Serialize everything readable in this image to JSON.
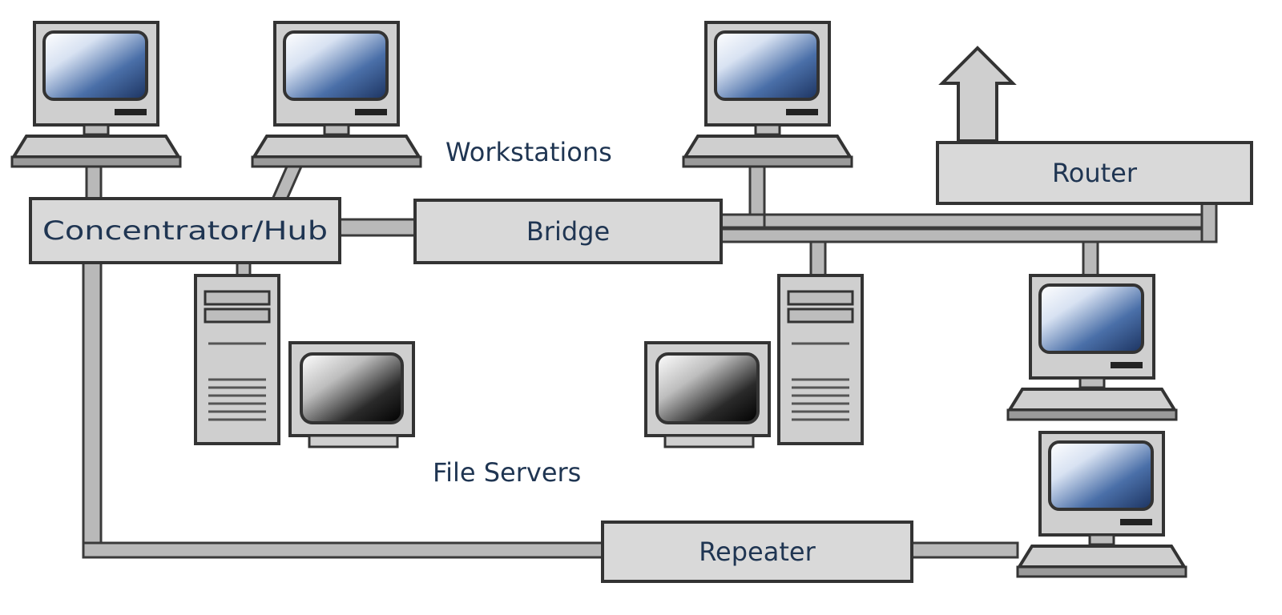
{
  "labels": {
    "workstations": "Workstations",
    "file_servers": "File Servers"
  },
  "devices": {
    "hub": "Concentrator/Hub",
    "bridge": "Bridge",
    "router": "Router",
    "repeater": "Repeater"
  },
  "colors": {
    "device_fill": "#d9d9d9",
    "outline": "#333333",
    "screen": "#3d5f96",
    "label_text": "#1f3552"
  },
  "icons": [
    "workstation-icon",
    "file-server-icon",
    "up-arrow-icon"
  ]
}
